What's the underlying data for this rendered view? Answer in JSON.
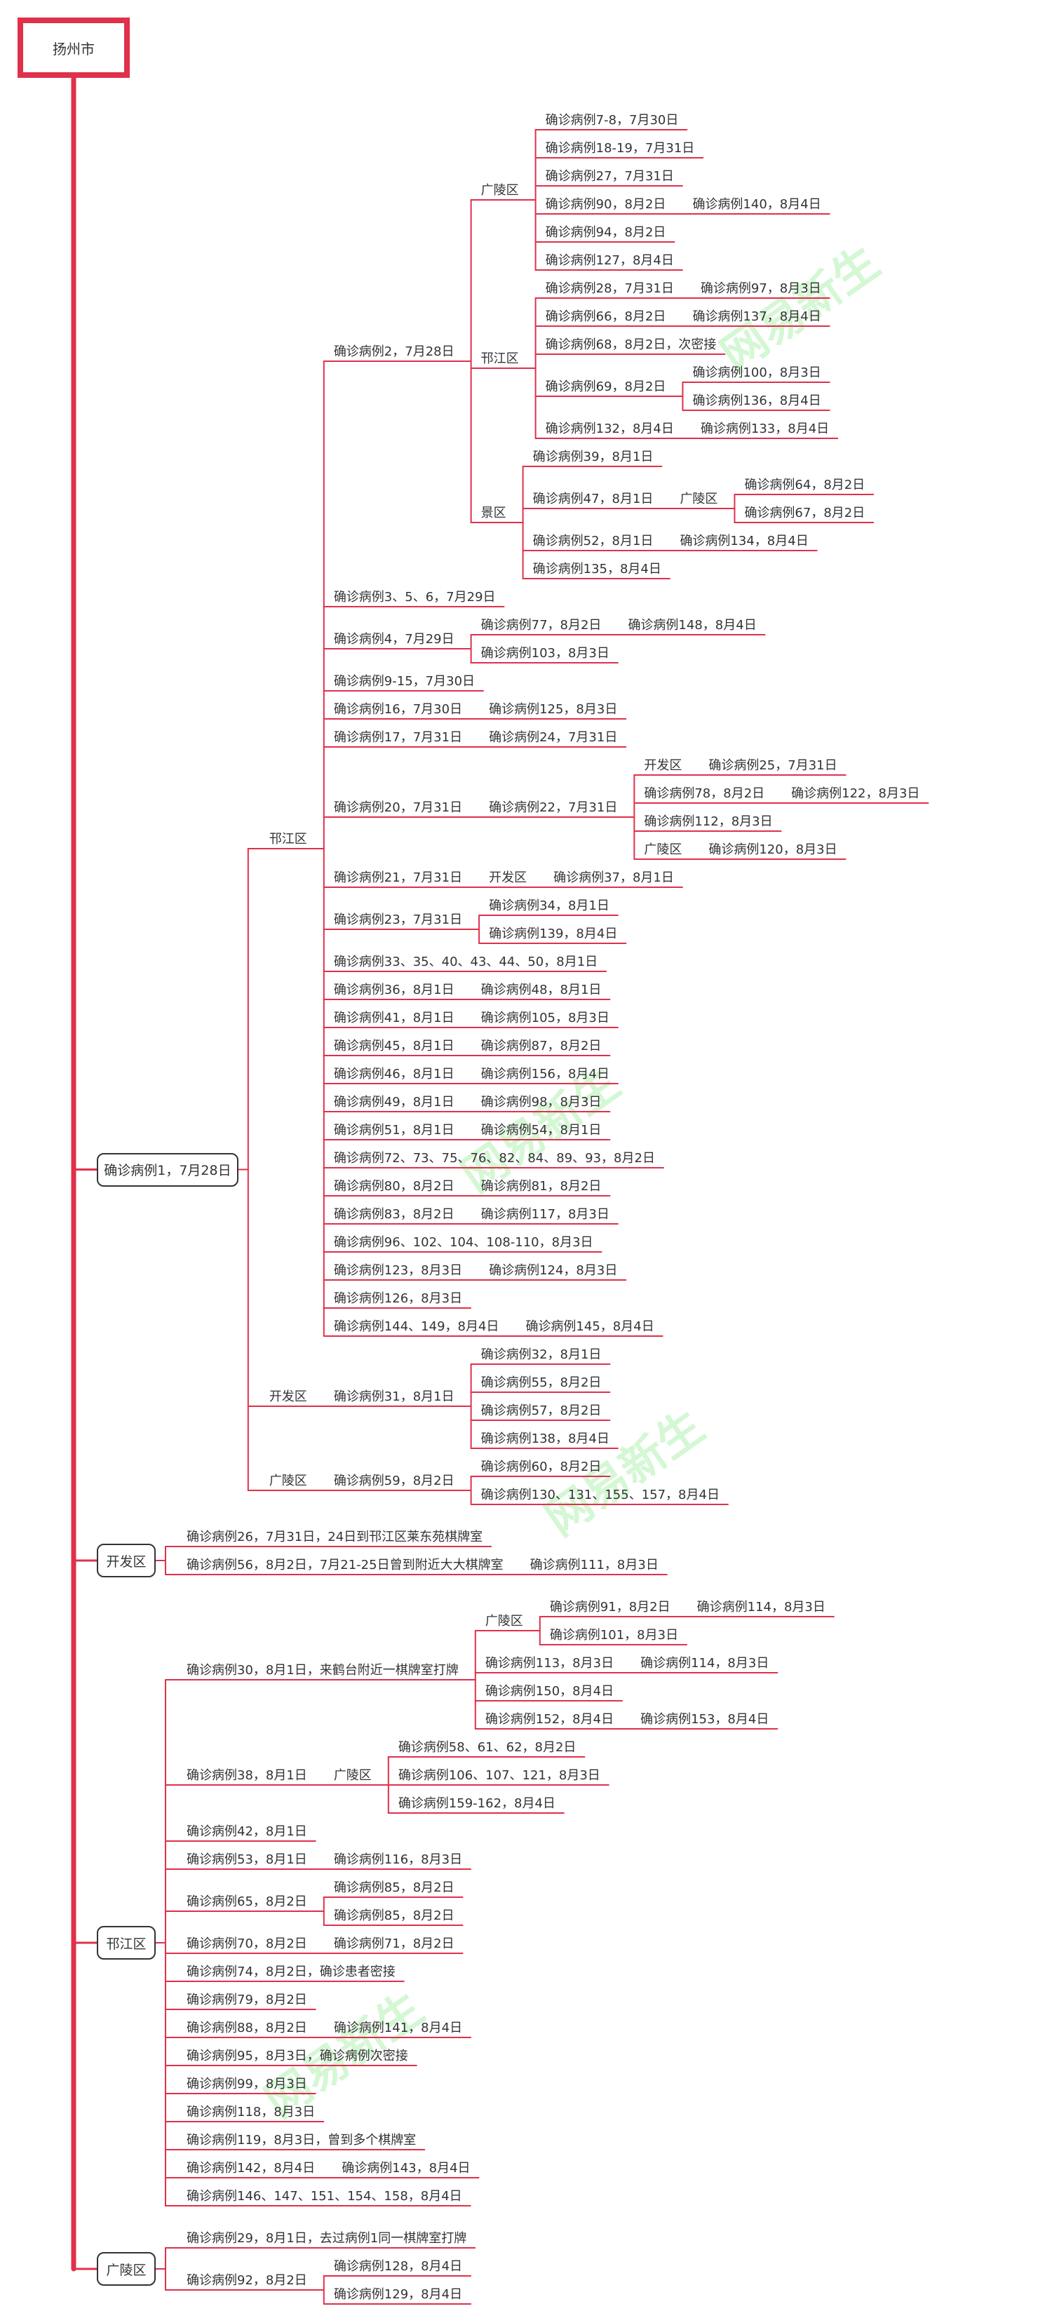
{
  "watermark": "网易新生",
  "root": "扬州市",
  "colors": {
    "line": "#e0304a",
    "text": "#333333",
    "box_border": "#333333"
  },
  "tree": [
    {
      "t": "确诊病例1，7月28日",
      "c": [
        {
          "t": "邗江区",
          "c": [
            {
              "t": "确诊病例2，7月28日",
              "c": [
                {
                  "t": "广陵区",
                  "c": [
                    {
                      "t": "确诊病例7-8，7月30日"
                    },
                    {
                      "t": "确诊病例18-19，7月31日"
                    },
                    {
                      "t": "确诊病例27，7月31日"
                    },
                    {
                      "t": "确诊病例90，8月2日",
                      "c": [
                        {
                          "t": "确诊病例140，8月4日"
                        }
                      ]
                    },
                    {
                      "t": "确诊病例94，8月2日"
                    },
                    {
                      "t": "确诊病例127，8月4日"
                    }
                  ]
                },
                {
                  "t": "邗江区",
                  "c": [
                    {
                      "t": "确诊病例28，7月31日",
                      "c": [
                        {
                          "t": "确诊病例97，8月3日"
                        }
                      ]
                    },
                    {
                      "t": "确诊病例66，8月2日",
                      "c": [
                        {
                          "t": "确诊病例137，8月4日"
                        }
                      ]
                    },
                    {
                      "t": "确诊病例68，8月2日，次密接"
                    },
                    {
                      "t": "确诊病例69，8月2日",
                      "c": [
                        {
                          "t": "确诊病例100，8月3日"
                        },
                        {
                          "t": "确诊病例136，8月4日"
                        }
                      ]
                    },
                    {
                      "t": "确诊病例132，8月4日",
                      "c": [
                        {
                          "t": "确诊病例133，8月4日"
                        }
                      ]
                    }
                  ]
                },
                {
                  "t": "景区",
                  "c": [
                    {
                      "t": "确诊病例39，8月1日"
                    },
                    {
                      "t": "确诊病例47，8月1日",
                      "c": [
                        {
                          "t": "广陵区",
                          "c": [
                            {
                              "t": "确诊病例64，8月2日"
                            },
                            {
                              "t": "确诊病例67，8月2日"
                            }
                          ]
                        }
                      ]
                    },
                    {
                      "t": "确诊病例52，8月1日",
                      "c": [
                        {
                          "t": "确诊病例134，8月4日"
                        }
                      ]
                    },
                    {
                      "t": "确诊病例135，8月4日"
                    }
                  ]
                }
              ]
            },
            {
              "t": "确诊病例3、5、6，7月29日"
            },
            {
              "t": "确诊病例4，7月29日",
              "c": [
                {
                  "t": "确诊病例77，8月2日",
                  "c": [
                    {
                      "t": "确诊病例148，8月4日"
                    }
                  ]
                },
                {
                  "t": "确诊病例103，8月3日"
                }
              ]
            },
            {
              "t": "确诊病例9-15，7月30日"
            },
            {
              "t": "确诊病例16，7月30日",
              "c": [
                {
                  "t": "确诊病例125，8月3日"
                }
              ]
            },
            {
              "t": "确诊病例17，7月31日",
              "c": [
                {
                  "t": "确诊病例24，7月31日"
                }
              ]
            },
            {
              "t": "确诊病例20，7月31日",
              "c": [
                {
                  "t": "确诊病例22，7月31日",
                  "c": [
                    {
                      "t": "开发区",
                      "c": [
                        {
                          "t": "确诊病例25，7月31日"
                        }
                      ]
                    },
                    {
                      "t": "确诊病例78，8月2日",
                      "c": [
                        {
                          "t": "确诊病例122，8月3日"
                        }
                      ]
                    },
                    {
                      "t": "确诊病例112，8月3日"
                    },
                    {
                      "t": "广陵区",
                      "c": [
                        {
                          "t": "确诊病例120，8月3日"
                        }
                      ]
                    }
                  ]
                }
              ]
            },
            {
              "t": "确诊病例21，7月31日",
              "c": [
                {
                  "t": "开发区",
                  "c": [
                    {
                      "t": "确诊病例37，8月1日"
                    }
                  ]
                }
              ]
            },
            {
              "t": "确诊病例23，7月31日",
              "c": [
                {
                  "t": "确诊病例34，8月1日"
                },
                {
                  "t": "确诊病例139，8月4日"
                }
              ]
            },
            {
              "t": "确诊病例33、35、40、43、44、50，8月1日"
            },
            {
              "t": "确诊病例36，8月1日",
              "c": [
                {
                  "t": "确诊病例48，8月1日"
                }
              ]
            },
            {
              "t": "确诊病例41，8月1日",
              "c": [
                {
                  "t": "确诊病例105，8月3日"
                }
              ]
            },
            {
              "t": "确诊病例45，8月1日",
              "c": [
                {
                  "t": "确诊病例87，8月2日"
                }
              ]
            },
            {
              "t": "确诊病例46，8月1日",
              "c": [
                {
                  "t": "确诊病例156，8月4日"
                }
              ]
            },
            {
              "t": "确诊病例49，8月1日",
              "c": [
                {
                  "t": "确诊病例98，8月3日"
                }
              ]
            },
            {
              "t": "确诊病例51，8月1日",
              "c": [
                {
                  "t": "确诊病例54，8月1日"
                }
              ]
            },
            {
              "t": "确诊病例72、73、75、76、82、84、89、93，8月2日"
            },
            {
              "t": "确诊病例80，8月2日",
              "c": [
                {
                  "t": "确诊病例81，8月2日"
                }
              ]
            },
            {
              "t": "确诊病例83，8月2日",
              "c": [
                {
                  "t": "确诊病例117，8月3日"
                }
              ]
            },
            {
              "t": "确诊病例96、102、104、108-110，8月3日"
            },
            {
              "t": "确诊病例123，8月3日",
              "c": [
                {
                  "t": "确诊病例124，8月3日"
                }
              ]
            },
            {
              "t": "确诊病例126，8月3日"
            },
            {
              "t": "确诊病例144、149，8月4日",
              "c": [
                {
                  "t": "确诊病例145，8月4日"
                }
              ]
            }
          ]
        },
        {
          "t": "开发区",
          "c": [
            {
              "t": "确诊病例31，8月1日",
              "c": [
                {
                  "t": "确诊病例32，8月1日"
                },
                {
                  "t": "确诊病例55，8月2日"
                },
                {
                  "t": "确诊病例57，8月2日"
                },
                {
                  "t": "确诊病例138，8月4日"
                }
              ]
            }
          ]
        },
        {
          "t": "广陵区",
          "c": [
            {
              "t": "确诊病例59，8月2日",
              "c": [
                {
                  "t": "确诊病例60，8月2日"
                },
                {
                  "t": "确诊病例130、131、155、157，8月4日"
                }
              ]
            }
          ]
        }
      ]
    },
    {
      "t": "开发区",
      "c": [
        {
          "t": "确诊病例26，7月31日，24日到邗江区莱东苑棋牌室"
        },
        {
          "t": "确诊病例56，8月2日，7月21-25日曾到附近大大棋牌室",
          "c": [
            {
              "t": "确诊病例111，8月3日"
            }
          ]
        }
      ]
    },
    {
      "t": "邗江区",
      "c": [
        {
          "t": "确诊病例30，8月1日，来鹤台附近一棋牌室打牌",
          "c": [
            {
              "t": "广陵区",
              "c": [
                {
                  "t": "确诊病例91，8月2日",
                  "c": [
                    {
                      "t": "确诊病例114，8月3日"
                    }
                  ]
                },
                {
                  "t": "确诊病例101，8月3日"
                }
              ]
            },
            {
              "t": "确诊病例113，8月3日",
              "c": [
                {
                  "t": "确诊病例114，8月3日"
                }
              ]
            },
            {
              "t": "确诊病例150，8月4日"
            },
            {
              "t": "确诊病例152，8月4日",
              "c": [
                {
                  "t": "确诊病例153，8月4日"
                }
              ]
            }
          ]
        },
        {
          "t": "确诊病例38，8月1日",
          "c": [
            {
              "t": "广陵区",
              "c": [
                {
                  "t": "确诊病例58、61、62，8月2日"
                },
                {
                  "t": "确诊病例106、107、121，8月3日"
                },
                {
                  "t": "确诊病例159-162，8月4日"
                }
              ]
            }
          ]
        },
        {
          "t": "确诊病例42，8月1日"
        },
        {
          "t": "确诊病例53，8月1日",
          "c": [
            {
              "t": "确诊病例116，8月3日"
            }
          ]
        },
        {
          "t": "确诊病例65，8月2日",
          "c": [
            {
              "t": "确诊病例85，8月2日"
            },
            {
              "t": "确诊病例85，8月2日"
            }
          ]
        },
        {
          "t": "确诊病例70，8月2日",
          "c": [
            {
              "t": "确诊病例71，8月2日"
            }
          ]
        },
        {
          "t": "确诊病例74，8月2日，确诊患者密接"
        },
        {
          "t": "确诊病例79，8月2日"
        },
        {
          "t": "确诊病例88，8月2日",
          "c": [
            {
              "t": "确诊病例141，8月4日"
            }
          ]
        },
        {
          "t": "确诊病例95，8月3日，确诊病例次密接"
        },
        {
          "t": "确诊病例99，8月3日"
        },
        {
          "t": "确诊病例118，8月3日"
        },
        {
          "t": "确诊病例119，8月3日，曾到多个棋牌室"
        },
        {
          "t": "确诊病例142，8月4日",
          "c": [
            {
              "t": "确诊病例143，8月4日"
            }
          ]
        },
        {
          "t": "确诊病例146、147、151、154、158，8月4日"
        }
      ]
    },
    {
      "t": "广陵区",
      "c": [
        {
          "t": "确诊病例29，8月1日，去过病例1同一棋牌室打牌"
        },
        {
          "t": "确诊病例92，8月2日",
          "c": [
            {
              "t": "确诊病例128，8月4日"
            },
            {
              "t": "确诊病例129，8月4日"
            }
          ]
        }
      ]
    }
  ]
}
